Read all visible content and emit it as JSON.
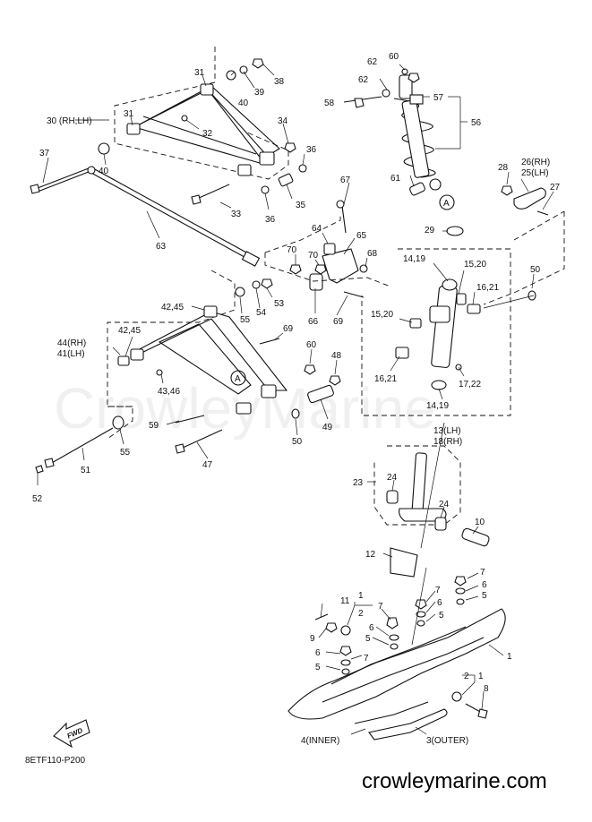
{
  "diagram": {
    "code": "8ETF110-P200",
    "watermark": "CrowleyMarine",
    "site": "crowleymarine.com",
    "fwd_label": "FWD",
    "labels": {
      "l1": "1",
      "l2": "2",
      "l3": "3(OUTER)",
      "l4": "4(INNER)",
      "l5": "5",
      "l6": "6",
      "l7": "7",
      "l8": "8",
      "l9": "9",
      "l10": "10",
      "l11": "11",
      "l12": "12",
      "l13": "13(LH)",
      "l18": "18(RH)",
      "l1419a": "14,19",
      "l1419b": "14,19",
      "l1520a": "15,20",
      "l1520b": "15,20",
      "l1621a": "16,21",
      "l1621b": "16,21",
      "l1722": "17,22",
      "l23": "23",
      "l24": "24",
      "l26": "26(RH)",
      "l25": "25(LH)",
      "l27": "27",
      "l28": "28",
      "l29": "29",
      "l30": "30 (RH,LH)",
      "l31": "31",
      "l32": "32",
      "l33": "33",
      "l34": "34",
      "l35": "35",
      "l36": "36",
      "l37": "37",
      "l38": "38",
      "l39": "39",
      "l40": "40",
      "l44": "44(RH)",
      "l41": "41(LH)",
      "l4245": "42,45",
      "l4346": "43,46",
      "l47": "47",
      "l48": "48",
      "l49": "49",
      "l50": "50",
      "l51": "51",
      "l52": "52",
      "l53": "53",
      "l54": "54",
      "l55": "55",
      "l56": "56",
      "l57": "57",
      "l58": "58",
      "l59": "59",
      "l60": "60",
      "l61": "61",
      "l62": "62",
      "l63": "63",
      "l64": "64",
      "l65": "65",
      "l66": "66",
      "l67": "67",
      "l68": "68",
      "l69": "69",
      "l70": "70",
      "refA": "A"
    }
  }
}
